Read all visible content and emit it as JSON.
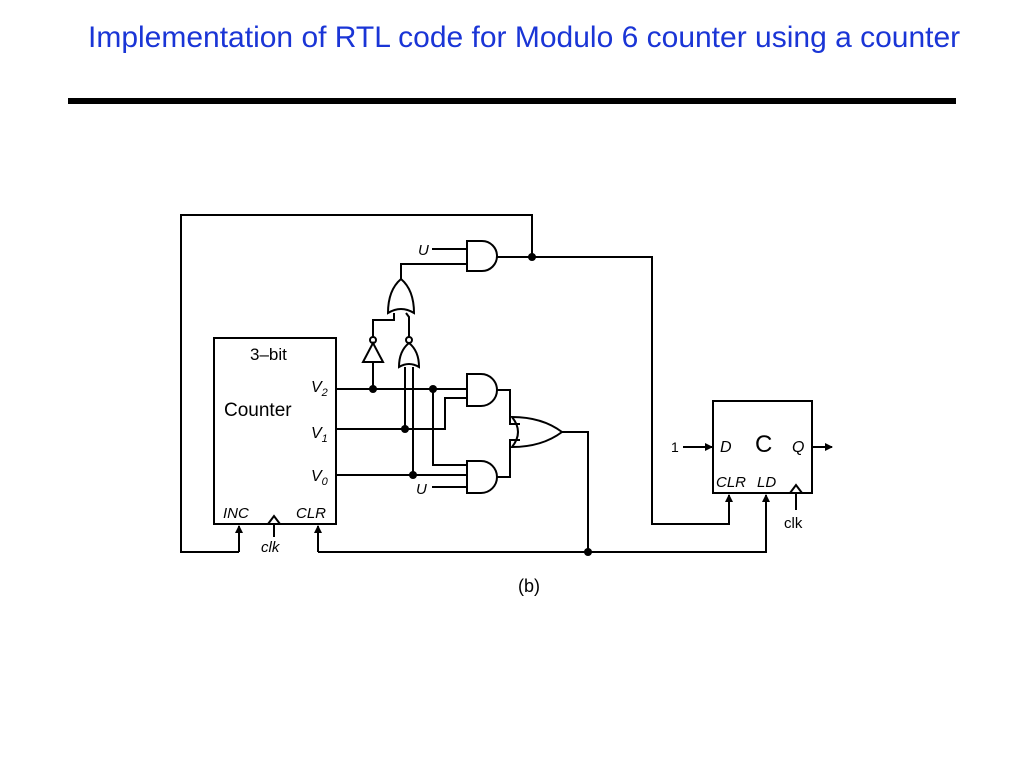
{
  "slide": {
    "title": "Implementation of RTL code for Modulo 6 counter using a counter"
  },
  "diagram": {
    "counter": {
      "bits": "3–bit",
      "name": "Counter",
      "outputs": [
        "V2",
        "V1",
        "V0"
      ],
      "inc": "INC",
      "clr": "CLR",
      "clk": "clk"
    },
    "flipflop": {
      "name": "C",
      "d": "D",
      "q": "Q",
      "clr": "CLR",
      "ld": "LD",
      "clk": "clk",
      "d_input": "1"
    },
    "signal_u": "U",
    "caption": "(b)"
  }
}
